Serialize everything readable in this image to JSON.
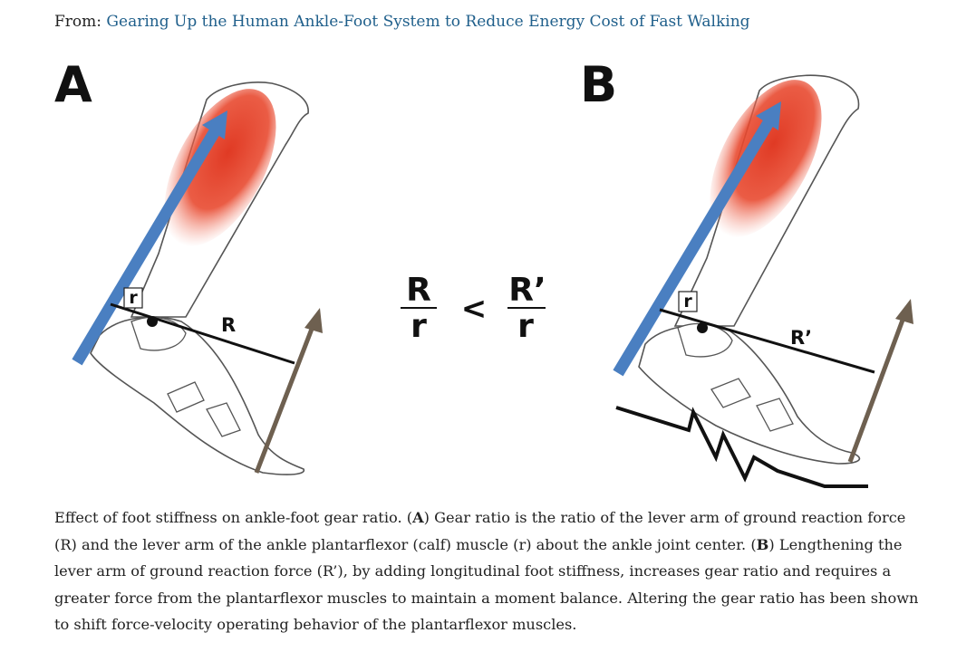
{
  "header": {
    "prefix": "From: ",
    "article_title": "Gearing Up the Human Ankle-Foot System to Reduce Energy Cost of Fast Walking"
  },
  "figure": {
    "panel_a_label": "A",
    "panel_b_label": "B",
    "panel_a": {
      "short_arm_label": "r",
      "long_arm_label": "R"
    },
    "panel_b": {
      "short_arm_label": "r",
      "long_arm_label": "R’"
    },
    "equation": {
      "left_numerator": "R",
      "left_denominator": "r",
      "operator": "<",
      "right_numerator": "R’",
      "right_denominator": "r"
    },
    "colors": {
      "muscle": "#e03a24",
      "muscle_force_arrow": "#4a7fc1",
      "ground_reaction_arrow": "#6e6050",
      "lever_line": "#111111"
    }
  },
  "caption": {
    "p1": "Effect of foot stiffness on ankle-foot gear ratio. (",
    "a_label": "A",
    "p2": ") Gear ratio is the ratio of the lever arm of ground reaction force (R) and the lever arm of the ankle plantarflexor (calf) muscle (r) about the ankle joint center. (",
    "b_label": "B",
    "p3": ") Lengthening the lever arm of ground reaction force (R’), by adding longitudinal foot stiffness, increases gear ratio and requires a greater force from the plantarflexor muscles to maintain a moment balance. Altering the gear ratio has been shown to shift force-velocity operating behavior of the plantarflexor muscles."
  }
}
